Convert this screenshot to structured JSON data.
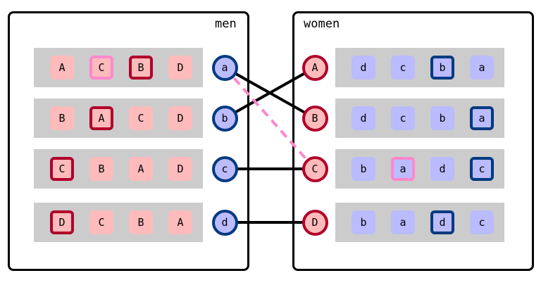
{
  "men": {
    "title": "men",
    "rows": [
      {
        "node": "a",
        "prefs": [
          "A",
          "C",
          "B",
          "D"
        ],
        "marks": [
          "none",
          "pink",
          "dark",
          "none"
        ]
      },
      {
        "node": "b",
        "prefs": [
          "B",
          "A",
          "C",
          "D"
        ],
        "marks": [
          "none",
          "dark",
          "none",
          "none"
        ]
      },
      {
        "node": "c",
        "prefs": [
          "C",
          "B",
          "A",
          "D"
        ],
        "marks": [
          "dark",
          "none",
          "none",
          "none"
        ]
      },
      {
        "node": "d",
        "prefs": [
          "D",
          "C",
          "B",
          "A"
        ],
        "marks": [
          "dark",
          "none",
          "none",
          "none"
        ]
      }
    ]
  },
  "women": {
    "title": "women",
    "rows": [
      {
        "node": "A",
        "prefs": [
          "d",
          "c",
          "b",
          "a"
        ],
        "marks": [
          "none",
          "none",
          "dark",
          "none"
        ]
      },
      {
        "node": "B",
        "prefs": [
          "d",
          "c",
          "b",
          "a"
        ],
        "marks": [
          "none",
          "none",
          "none",
          "dark"
        ]
      },
      {
        "node": "C",
        "prefs": [
          "b",
          "a",
          "d",
          "c"
        ],
        "marks": [
          "none",
          "pink",
          "none",
          "dark"
        ]
      },
      {
        "node": "D",
        "prefs": [
          "b",
          "a",
          "d",
          "c"
        ],
        "marks": [
          "none",
          "none",
          "dark",
          "none"
        ]
      }
    ]
  },
  "pairs": [
    {
      "man": 0,
      "woman": 1,
      "style": "solid"
    },
    {
      "man": 1,
      "woman": 0,
      "style": "solid"
    },
    {
      "man": 2,
      "woman": 2,
      "style": "solid"
    },
    {
      "man": 3,
      "woman": 3,
      "style": "solid"
    },
    {
      "man": 0,
      "woman": 2,
      "style": "dashed"
    }
  ],
  "colors": {
    "men_tile_fill": "#ffbbbb",
    "women_tile_fill": "#bbbbff",
    "men_node_border": "#003a80",
    "women_node_border": "#b0002a",
    "dark_men_tile_border": "#b0002a",
    "dark_women_tile_border": "#003a80",
    "pink_border": "#ff88cc",
    "row_fill": "#cccccc",
    "match_line": "#000000",
    "proposal_line": "#ff88cc"
  }
}
